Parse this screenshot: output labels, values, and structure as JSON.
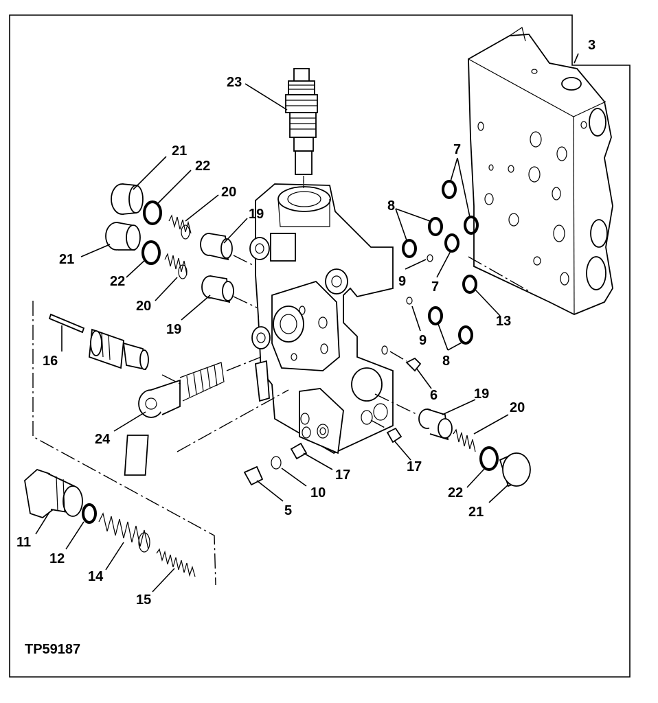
{
  "figure_id": "TP59187",
  "callouts": [
    {
      "key": "c3",
      "text": "3"
    },
    {
      "key": "c23",
      "text": "23"
    },
    {
      "key": "c21a",
      "text": "21"
    },
    {
      "key": "c22a",
      "text": "22"
    },
    {
      "key": "c20a",
      "text": "20"
    },
    {
      "key": "c19a",
      "text": "19"
    },
    {
      "key": "c21b",
      "text": "21"
    },
    {
      "key": "c22b",
      "text": "22"
    },
    {
      "key": "c20b",
      "text": "20"
    },
    {
      "key": "c19b",
      "text": "19"
    },
    {
      "key": "c7a",
      "text": "7"
    },
    {
      "key": "c8a",
      "text": "8"
    },
    {
      "key": "c9a",
      "text": "9"
    },
    {
      "key": "c7b",
      "text": "7"
    },
    {
      "key": "c13",
      "text": "13"
    },
    {
      "key": "c9b",
      "text": "9"
    },
    {
      "key": "c8b",
      "text": "8"
    },
    {
      "key": "c6",
      "text": "6"
    },
    {
      "key": "c16",
      "text": "16"
    },
    {
      "key": "c24",
      "text": "24"
    },
    {
      "key": "c19c",
      "text": "19"
    },
    {
      "key": "c20c",
      "text": "20"
    },
    {
      "key": "c17a",
      "text": "17"
    },
    {
      "key": "c17b",
      "text": "17"
    },
    {
      "key": "c10",
      "text": "10"
    },
    {
      "key": "c5",
      "text": "5"
    },
    {
      "key": "c22c",
      "text": "22"
    },
    {
      "key": "c21c",
      "text": "21"
    },
    {
      "key": "c11",
      "text": "11"
    },
    {
      "key": "c12",
      "text": "12"
    },
    {
      "key": "c14",
      "text": "14"
    },
    {
      "key": "c15",
      "text": "15"
    }
  ]
}
